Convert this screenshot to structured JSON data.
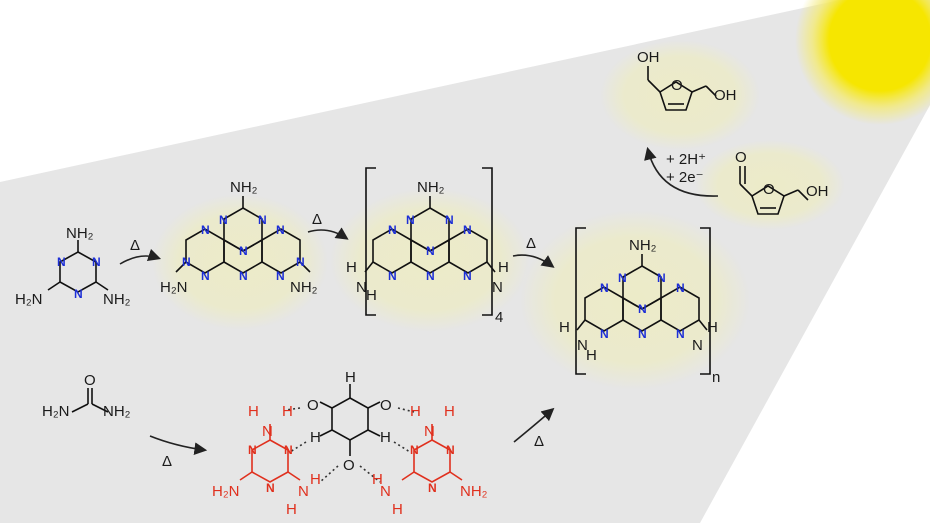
{
  "arrows": {
    "delta": "Δ"
  },
  "labels": {
    "nh2": "NH₂",
    "h2n": "H₂N",
    "nh": "N",
    "h": "H",
    "o": "O",
    "oh": "OH",
    "ring_n": "N",
    "sub4": "4",
    "subn": "n",
    "plus_2h": "+ 2H⁺",
    "plus_2e": "+ 2e⁻"
  },
  "colors": {
    "sun": "#f6e600",
    "beam": "#e6e6e6",
    "glow": "#ecebc8",
    "nitrogen": "#1d2fd6",
    "red": "#e0301e"
  }
}
